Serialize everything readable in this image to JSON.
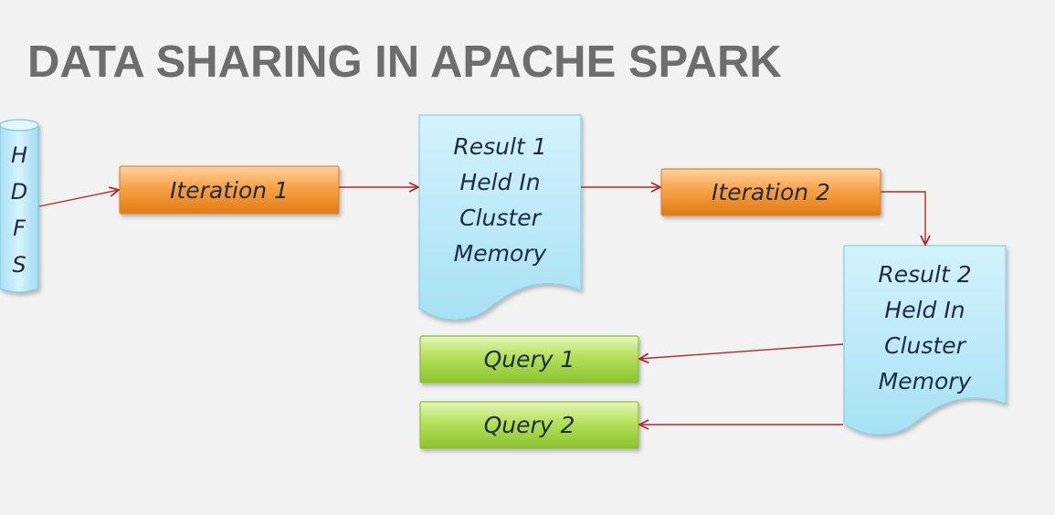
{
  "title": "DATA SHARING IN APACHE SPARK",
  "nodes": {
    "hdfs": {
      "letters": [
        "H",
        "D",
        "F",
        "S"
      ]
    },
    "iteration1": {
      "label": "Iteration 1"
    },
    "iteration2": {
      "label": "Iteration 2"
    },
    "result1": {
      "lines": [
        "Result 1",
        "Held In",
        "Cluster",
        "Memory"
      ]
    },
    "result2": {
      "lines": [
        "Result 2",
        "Held In",
        "Cluster",
        "Memory"
      ]
    },
    "query1": {
      "label": "Query 1"
    },
    "query2": {
      "label": "Query 2"
    }
  },
  "colors": {
    "background": "#f2f2f2",
    "title": "#6d6d6d",
    "iteration_fill": "#f59a3a",
    "query_fill": "#a8d84a",
    "memory_fill": "#bde9f7",
    "arrow": "#b02a2a",
    "text": "#1f2a44"
  }
}
